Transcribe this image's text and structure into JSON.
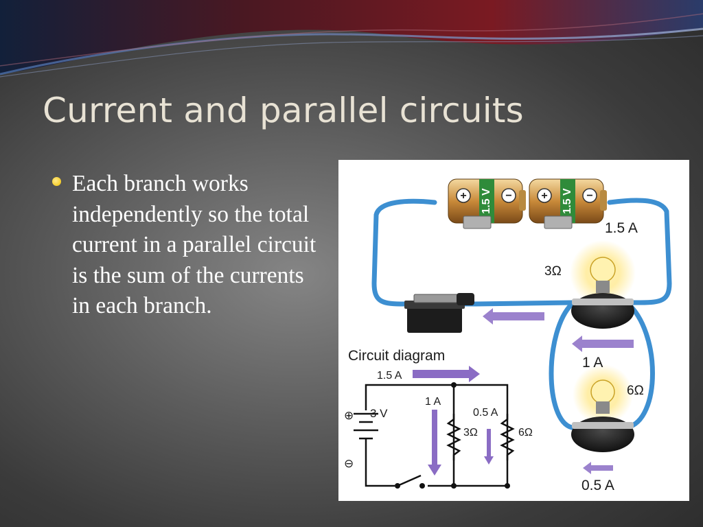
{
  "slide": {
    "title": "Current and parallel circuits",
    "bullets": [
      "Each branch works independently so the total current in a parallel circuit is the sum of the currents in each branch."
    ]
  },
  "figure": {
    "battery_left_label": "1.5 V",
    "battery_right_label": "1.5 V",
    "labels": {
      "main_current": "1.5 A",
      "resistor_top": "3Ω",
      "branch1_current": "1 A",
      "resistor_bottom": "6Ω",
      "branch2_current": "0.5 A"
    },
    "circuit_diagram": {
      "title": "Circuit diagram",
      "total_current": "1.5 A",
      "voltage": "3 V",
      "branch1_current": "1 A",
      "branch2_current": "0.5 A",
      "r1": "3Ω",
      "r2": "6Ω",
      "plus": "⊕",
      "minus": "⊖"
    }
  },
  "colors": {
    "wire": "#3d8fd1",
    "arrow": "#8a6cc4",
    "bullet": "#f2c300",
    "title": "#e8e2d4"
  }
}
